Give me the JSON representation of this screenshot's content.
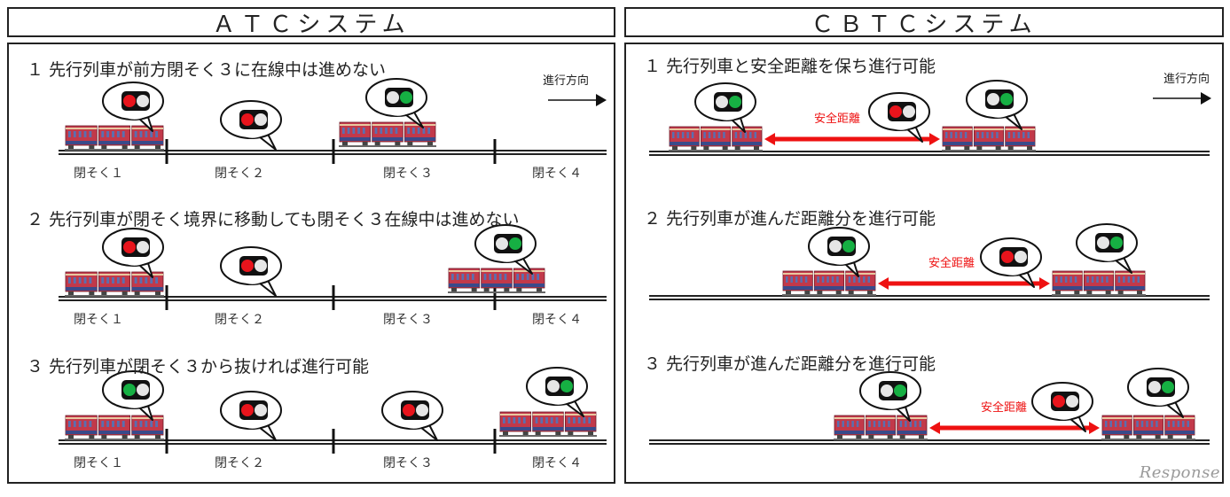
{
  "atc": {
    "title": "ＡＴＣシステム",
    "direction": "進行方向",
    "blocks": [
      "閉そく１",
      "閉そく２",
      "閉そく３",
      "閉そく４"
    ],
    "scenarios": [
      {
        "caption": "１ 先行列車が前方閉そく３に在線中は進めない"
      },
      {
        "caption": "２ 先行列車が閉そく境界に移動しても閉そく３在線中は進めない"
      },
      {
        "caption": "３ 先行列車が閉そく３から抜ければ進行可能"
      }
    ]
  },
  "cbtc": {
    "title": "ＣＢＴＣシステム",
    "direction": "進行方向",
    "distance_label": "安全距離",
    "scenarios": [
      {
        "caption": "１ 先行列車と安全距離を保ち進行可能"
      },
      {
        "caption": "２ 先行列車が進んだ距離分を進行可能"
      },
      {
        "caption": "３ 先行列車が進んだ距離分を進行可能"
      }
    ]
  },
  "logo": "Response",
  "colors": {
    "red": "#e8141c",
    "green": "#16b043",
    "white": "#e6e6e6",
    "arrow": "#ee1111",
    "train": "#c2394a"
  }
}
